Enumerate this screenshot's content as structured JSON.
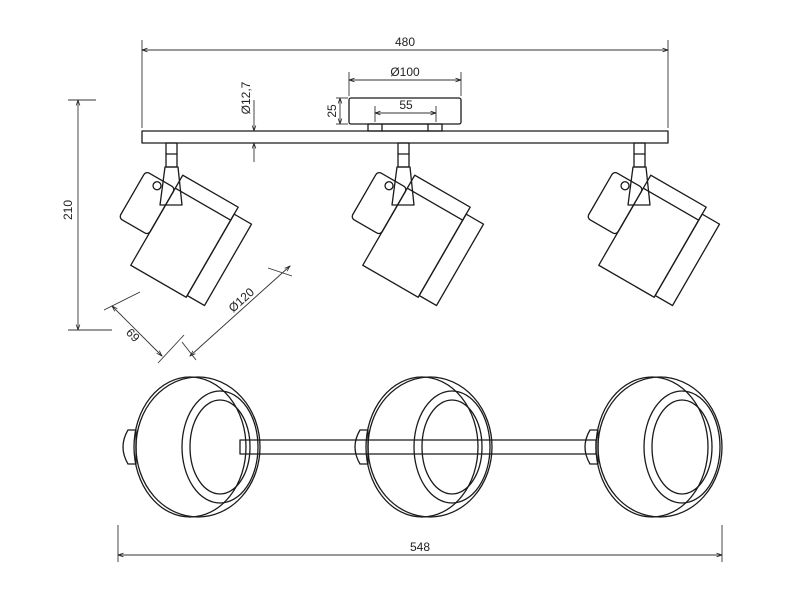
{
  "dimensions": {
    "overall_bar_length": "480",
    "canopy_diameter": "Ø100",
    "canopy_height": "25",
    "canopy_inner_width": "55",
    "bar_thickness": "Ø12,7",
    "overall_height": "210",
    "shade_depth": "69",
    "shade_diameter": "Ø120",
    "overall_width_top_view": "548"
  }
}
